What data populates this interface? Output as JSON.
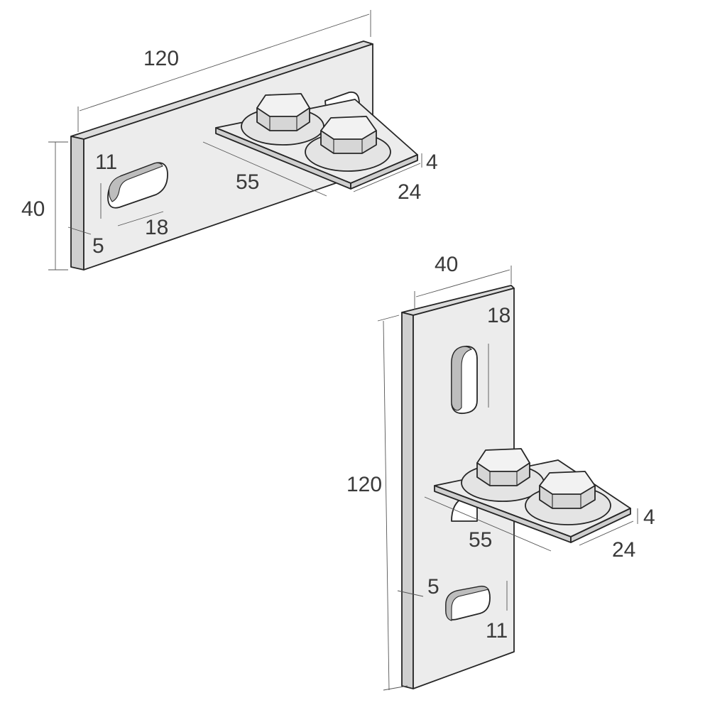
{
  "bracket_horizontal": {
    "length_label": "120",
    "height_label": "40",
    "thickness_label": "5",
    "slot_width_label": "11",
    "slot_length_label": "18",
    "arm_length_label": "55",
    "arm_width_label": "24",
    "arm_thickness_label": "4"
  },
  "bracket_vertical": {
    "width_label": "40",
    "length_label": "120",
    "slot_length_label": "18",
    "thickness_label": "5",
    "slot_width_label": "11",
    "arm_length_label": "55",
    "arm_width_label": "24",
    "arm_thickness_label": "4"
  }
}
